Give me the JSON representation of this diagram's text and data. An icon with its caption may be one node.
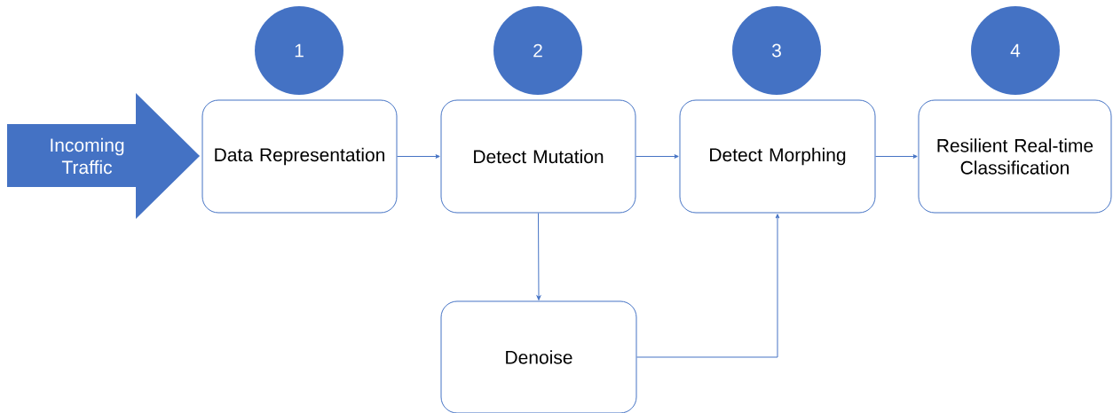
{
  "diagram": {
    "nodes": [
      {
        "text": [
          "1"
        ]
      },
      {
        "text": [
          "2"
        ]
      },
      {
        "text": [
          "3"
        ]
      },
      {
        "text": [
          "4"
        ]
      },
      {
        "text": [
          "Incoming Traffic"
        ]
      },
      {
        "text": [
          "Data Representation"
        ]
      },
      {
        "text": [
          "Detect Mutation"
        ]
      },
      {
        "text": [
          "Detect Morphing"
        ]
      },
      {
        "text": [
          "Resilient Real-time Classification"
        ]
      },
      {
        "text": [
          "Denoise"
        ]
      }
    ],
    "edges": [
      {
        "from": 5,
        "to": 6,
        "arrow": "to"
      },
      {
        "from": 6,
        "to": 7,
        "arrow": "to"
      },
      {
        "from": 7,
        "to": 8,
        "arrow": "to"
      },
      {
        "from": 6,
        "to": 9,
        "arrow": "to"
      },
      {
        "from": 9,
        "to": 7,
        "arrow": "to"
      }
    ]
  }
}
